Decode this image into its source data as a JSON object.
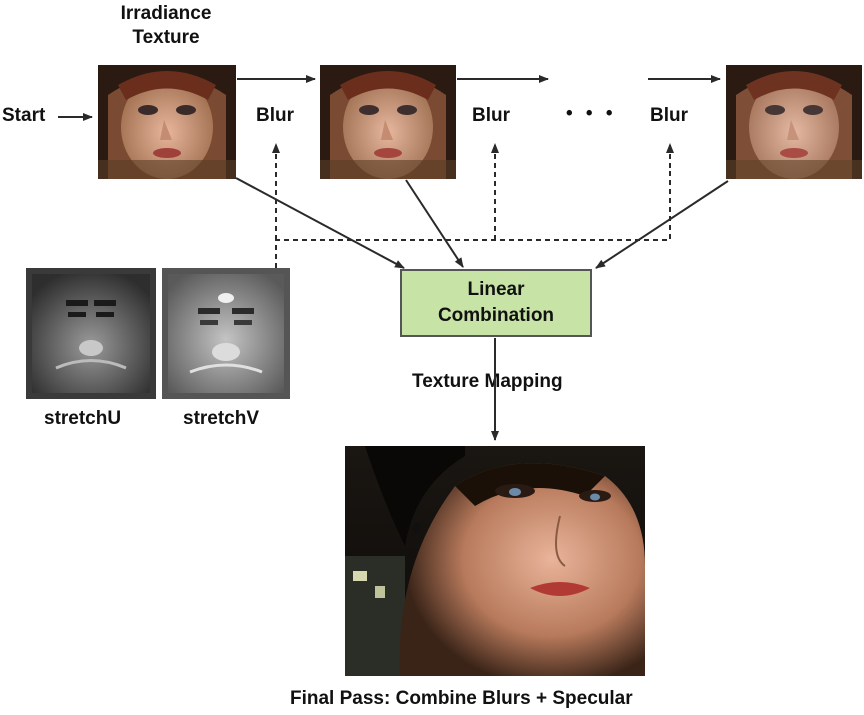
{
  "labels": {
    "irradiance_line1": "Irradiance",
    "irradiance_line2": "Texture",
    "start": "Start",
    "blur": "Blur",
    "ellipsis": "• • •",
    "combination_line1": "Linear",
    "combination_line2": "Combination",
    "texture_mapping": "Texture Mapping",
    "stretch_u": "stretchU",
    "stretch_v": "stretchV",
    "final_pass": "Final Pass: Combine Blurs + Specular"
  },
  "colors": {
    "box_fill": "#c7e3a6",
    "line": "#2a2a2a"
  }
}
